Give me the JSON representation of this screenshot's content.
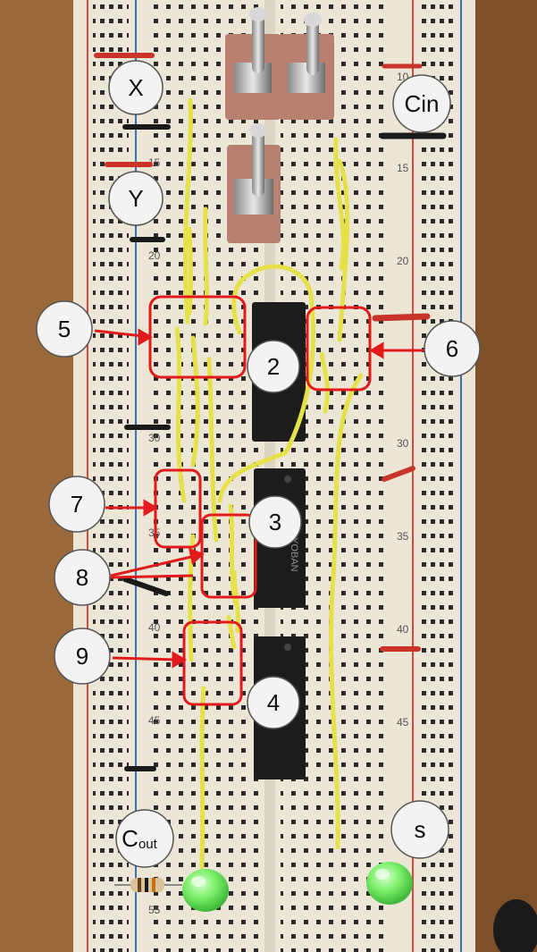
{
  "callouts": {
    "x": "X",
    "y": "Y",
    "cin": "Cin",
    "c_main": "C",
    "c_sub": "out",
    "s": "s",
    "n2": "2",
    "n3": "3",
    "n4": "4",
    "n5": "5",
    "n6": "6",
    "n7": "7",
    "n8": "8",
    "n9": "9"
  },
  "row_numbers": {
    "r10": "10",
    "r15a": "15",
    "r15b": "15",
    "r20a": "20",
    "r20b": "20",
    "r30a": "30",
    "r30b": "30",
    "r35a": "35",
    "r35b": "35",
    "r40a": "40",
    "r40b": "40",
    "r45a": "45",
    "r45b": "45",
    "r55": "55"
  },
  "chip_marking": "TOYOBAN",
  "colors": {
    "wood": "#9c6a3a",
    "board": "#ece6d6",
    "rail_red": "#d24a3a",
    "rail_blue": "#3d6fb5",
    "wire_yellow": "#e6e04a",
    "highlight_red": "#e11b1b",
    "led_green": "#7cf06a",
    "chip_black": "#1c1c1c",
    "callout_fill": "#f3f3f3"
  }
}
